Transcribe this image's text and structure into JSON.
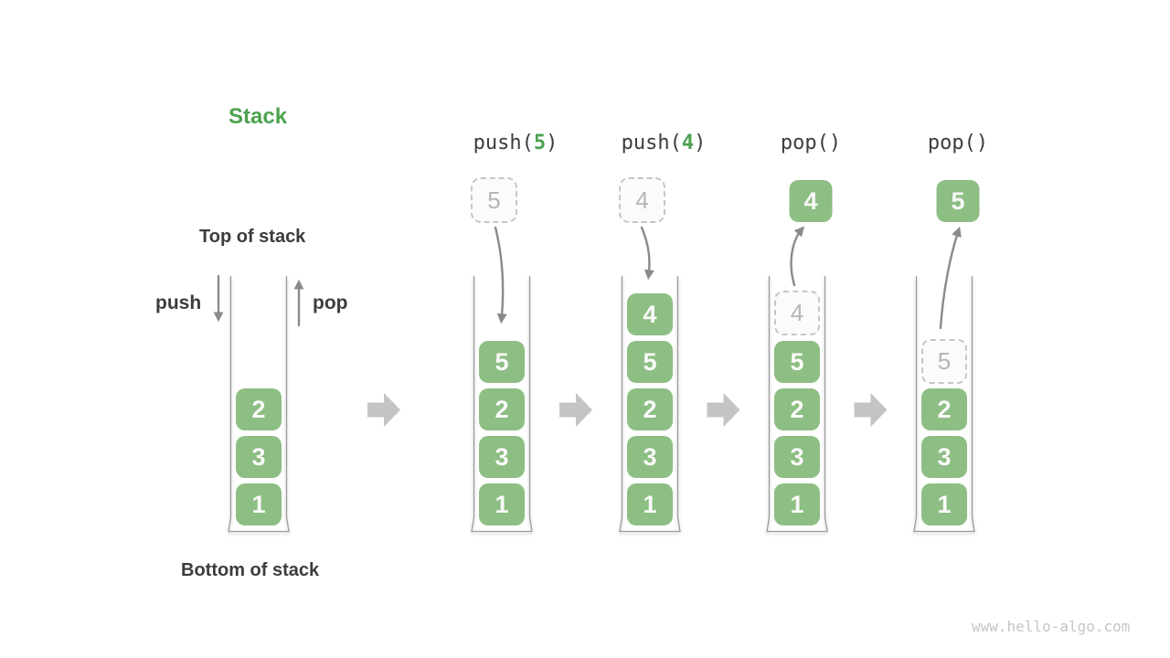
{
  "page": {
    "watermark": "www.hello-algo.com"
  },
  "labels": {
    "title": "Stack",
    "top_of_stack": "Top of stack",
    "bottom_of_stack": "Bottom of stack",
    "push": "push",
    "pop": "pop"
  },
  "colors": {
    "title_green": "#4CA24F",
    "operand_green": "#4CA24F",
    "cell_green": "#8DBE83",
    "cell_text": "#FAFAFA",
    "label_text": "#3C3C3C",
    "operation_text": "#3C3C3C",
    "flow_arrow_gray": "#8A8A8A",
    "transition_arrow_gray": "#C4C4C4",
    "ghost_border": "#C6C6C6",
    "ghost_fill": "#FBFBFB",
    "ghost_text": "#B6B6B6",
    "container_border": "#9C9C9C",
    "watermark_text": "#C6C6C6"
  },
  "icons": {
    "push_arrow": "arrow-down",
    "pop_arrow": "arrow-up",
    "transition_arrow": "arrow-right-block",
    "push_trajectory": "curved-arrow-down",
    "pop_trajectory": "curved-arrow-up"
  },
  "states": [
    {
      "name": "initial",
      "operation": null,
      "cells": [
        {
          "type": "solid",
          "value": "2"
        },
        {
          "type": "solid",
          "value": "3"
        },
        {
          "type": "solid",
          "value": "1"
        }
      ]
    },
    {
      "name": "after-push-5",
      "operation": {
        "pre": "push(",
        "arg": "5",
        "post": ")"
      },
      "floating": {
        "type": "ghost",
        "value": "5"
      },
      "cells": [
        {
          "type": "solid",
          "value": "5"
        },
        {
          "type": "solid",
          "value": "2"
        },
        {
          "type": "solid",
          "value": "3"
        },
        {
          "type": "solid",
          "value": "1"
        }
      ]
    },
    {
      "name": "after-push-4",
      "operation": {
        "pre": "push(",
        "arg": "4",
        "post": ")"
      },
      "floating": {
        "type": "ghost",
        "value": "4"
      },
      "cells": [
        {
          "type": "solid",
          "value": "4"
        },
        {
          "type": "solid",
          "value": "5"
        },
        {
          "type": "solid",
          "value": "2"
        },
        {
          "type": "solid",
          "value": "3"
        },
        {
          "type": "solid",
          "value": "1"
        }
      ]
    },
    {
      "name": "after-pop-4",
      "operation": {
        "pre": "pop(",
        "arg": "",
        "post": ")"
      },
      "floating": {
        "type": "solid",
        "value": "4"
      },
      "cells": [
        {
          "type": "ghost",
          "value": "4"
        },
        {
          "type": "solid",
          "value": "5"
        },
        {
          "type": "solid",
          "value": "2"
        },
        {
          "type": "solid",
          "value": "3"
        },
        {
          "type": "solid",
          "value": "1"
        }
      ]
    },
    {
      "name": "after-pop-5",
      "operation": {
        "pre": "pop(",
        "arg": "",
        "post": ")"
      },
      "floating": {
        "type": "solid",
        "value": "5"
      },
      "cells": [
        {
          "type": "ghost",
          "value": "5"
        },
        {
          "type": "solid",
          "value": "2"
        },
        {
          "type": "solid",
          "value": "3"
        },
        {
          "type": "solid",
          "value": "1"
        }
      ]
    }
  ]
}
